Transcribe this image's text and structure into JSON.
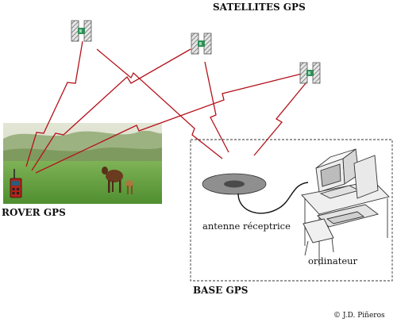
{
  "labels": {
    "satellites": "SATELLITES GPS",
    "rover": "ROVER GPS",
    "base": "BASE GPS",
    "antenna": "antenne réceptrice",
    "computer": "ordinateur",
    "copyright": "© J.D. Piñeros"
  },
  "colors": {
    "signal": "#b5121b",
    "sky": "#d8dcc6",
    "grass": "#5e9a3c",
    "trees": "#8fa872",
    "satellite_body": "#7f7f7f",
    "satellite_panel": "#2f8f58",
    "receiver": "#b0241b"
  },
  "icons": {
    "satellite": "satellite-icon",
    "receiver": "gps-receiver-icon",
    "antenna": "dish-antenna-icon",
    "computer": "computer-icon"
  }
}
